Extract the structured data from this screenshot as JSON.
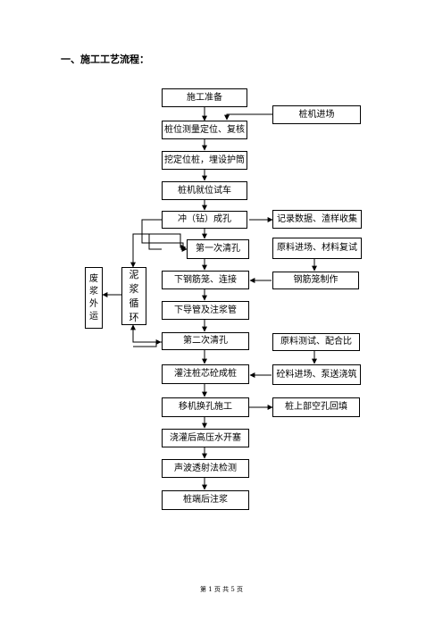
{
  "heading": "一、施工工艺流程：",
  "main_steps": [
    "施工准备",
    "桩位测量定位、复核",
    "挖定位桩，埋设护筒",
    "桩机就位试车",
    "冲（钻）成孔",
    "第一次清孔",
    "下钢筋笼、连接",
    "下导管及注浆管",
    "第二次清孔",
    "灌注桩芯砼成桩",
    "移机换孔施工",
    "浇灌后高压水开塞",
    "声波透射法检测",
    "桩端后注浆"
  ],
  "side_steps": [
    "桩机进场",
    "记录数据、渣样收集",
    "原料进场、材料复试",
    "钢筋笼制作",
    "原料测试、配合比",
    "砼料进场、泵送浇筑",
    "桩上部空孔回填"
  ],
  "mud_cycle": "泥浆循环",
  "waste_out": "废浆外运",
  "footer": "第 1 页 共 5 页"
}
